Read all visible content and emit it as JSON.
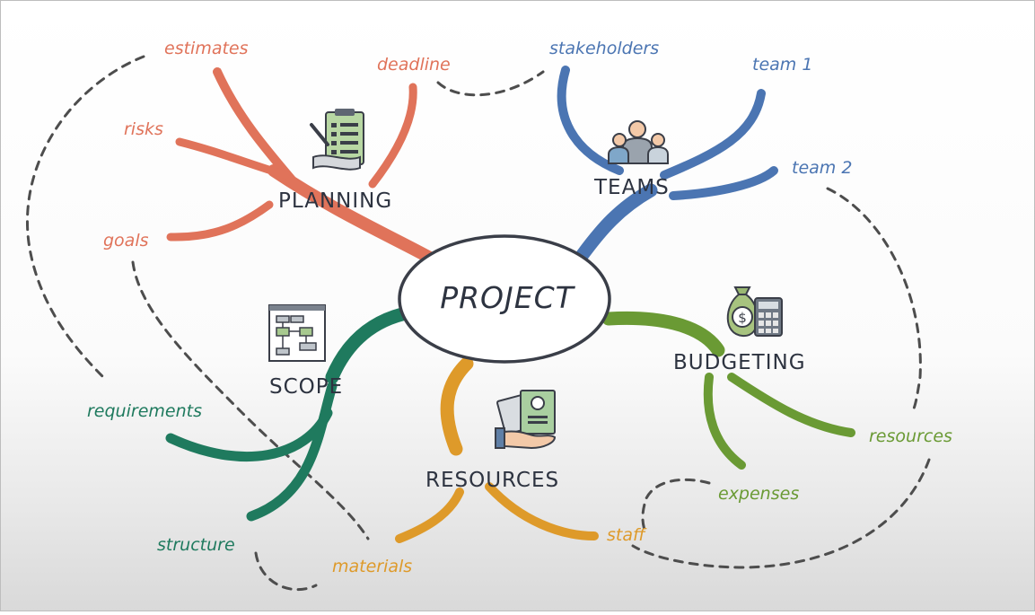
{
  "center": {
    "label": "PROJECT"
  },
  "colors": {
    "planning": "#e0735a",
    "teams": "#4b75b2",
    "budgeting": "#6a9a34",
    "resources": "#de9a2a",
    "scope": "#1f7a5e",
    "connector": "#4d4d4d"
  },
  "categories": {
    "planning": {
      "label": "PLANNING",
      "icon": "checklist-clipboard-icon"
    },
    "teams": {
      "label": "TEAMS",
      "icon": "people-group-icon"
    },
    "budgeting": {
      "label": "BUDGETING",
      "icon": "money-bag-calculator-icon"
    },
    "resources": {
      "label": "RESOURCES",
      "icon": "hand-document-icon"
    },
    "scope": {
      "label": "SCOPE",
      "icon": "flowchart-board-icon"
    }
  },
  "leaves": {
    "planning": [
      "estimates",
      "deadline",
      "risks",
      "goals"
    ],
    "teams": [
      "stakeholders",
      "team 1",
      "team 2"
    ],
    "budgeting": [
      "resources",
      "expenses"
    ],
    "resources": [
      "staff",
      "materials"
    ],
    "scope": [
      "requirements",
      "structure"
    ]
  }
}
